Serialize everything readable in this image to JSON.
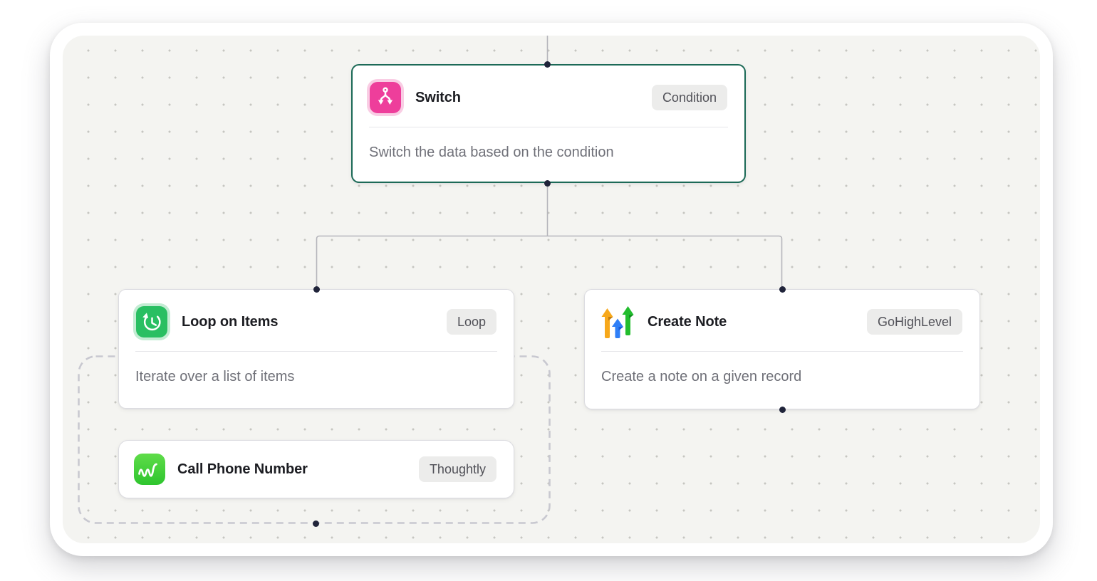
{
  "nodes": {
    "switch": {
      "title": "Switch",
      "badge": "Condition",
      "description": "Switch the data based on the condition",
      "icon": "switch-branch-icon",
      "selected": true
    },
    "loop_on_items": {
      "title": "Loop on Items",
      "badge": "Loop",
      "description": "Iterate over a list of items",
      "icon": "loop-history-icon"
    },
    "create_note": {
      "title": "Create Note",
      "badge": "GoHighLevel",
      "description": "Create a note on a given record",
      "icon": "gohighlevel-arrows-icon"
    },
    "call_phone_number": {
      "title": "Call Phone Number",
      "badge": "Thoughtly",
      "icon": "thoughtly-wave-icon"
    }
  },
  "colors": {
    "frame_background": "#ffffff",
    "canvas_background": "#f4f4f1",
    "canvas_dot": "#c6c6c1",
    "connector": "#b5b5bb",
    "loop_body_dash": "#c8c8d0",
    "handle": "#20243a",
    "selected_border": "#1c6a57",
    "node_border": "#dcdce1",
    "badge_background": "#ececeb",
    "badge_text": "#515158",
    "title_text": "#1c1d22",
    "description_text": "#6f7078",
    "switch_icon": "#ee3e9b",
    "switch_icon_ring": "#f9cde4",
    "loop_icon": "#29bf62",
    "loop_icon_ring": "#c3ecd3",
    "thoughtly_icon_top": "#5fdc49",
    "thoughtly_icon_bottom": "#2ec52e",
    "ghl_yellow": "#f7a81b",
    "ghl_yellow_dark": "#c27c0e",
    "ghl_blue": "#2f7ff7",
    "ghl_blue_dark": "#1b5ed6",
    "ghl_green": "#22bd2e",
    "ghl_green_dark": "#149122"
  }
}
